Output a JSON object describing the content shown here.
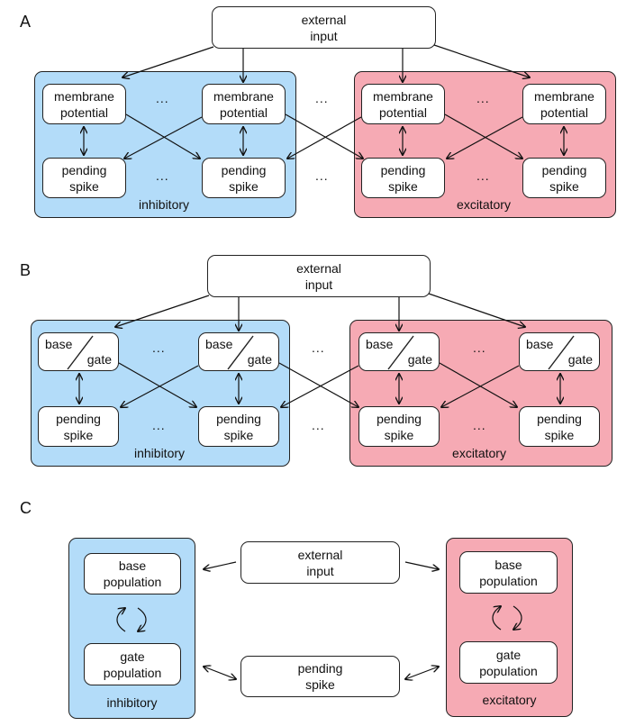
{
  "panels": {
    "a": {
      "letter": "A",
      "external_input": "external\ninput",
      "top_node": "membrane\npotential",
      "bottom_node": "pending\nspike",
      "inhibitory_label": "inhibitory",
      "excitatory_label": "excitatory",
      "ellipsis": "..."
    },
    "b": {
      "letter": "B",
      "external_input": "external\ninput",
      "top_left_word": "base",
      "top_right_word": "gate",
      "bottom_node": "pending\nspike",
      "inhibitory_label": "inhibitory",
      "excitatory_label": "excitatory",
      "ellipsis": "..."
    },
    "c": {
      "letter": "C",
      "external_input": "external\ninput",
      "pending_spike": "pending\nspike",
      "base_population": "base\npopulation",
      "gate_population": "gate\npopulation",
      "inhibitory_label": "inhibitory",
      "excitatory_label": "excitatory"
    }
  },
  "colors": {
    "inhibitory": "#b3dcf9",
    "excitatory": "#f6aab4",
    "node_fill": "#ffffff",
    "stroke": "#222222"
  }
}
